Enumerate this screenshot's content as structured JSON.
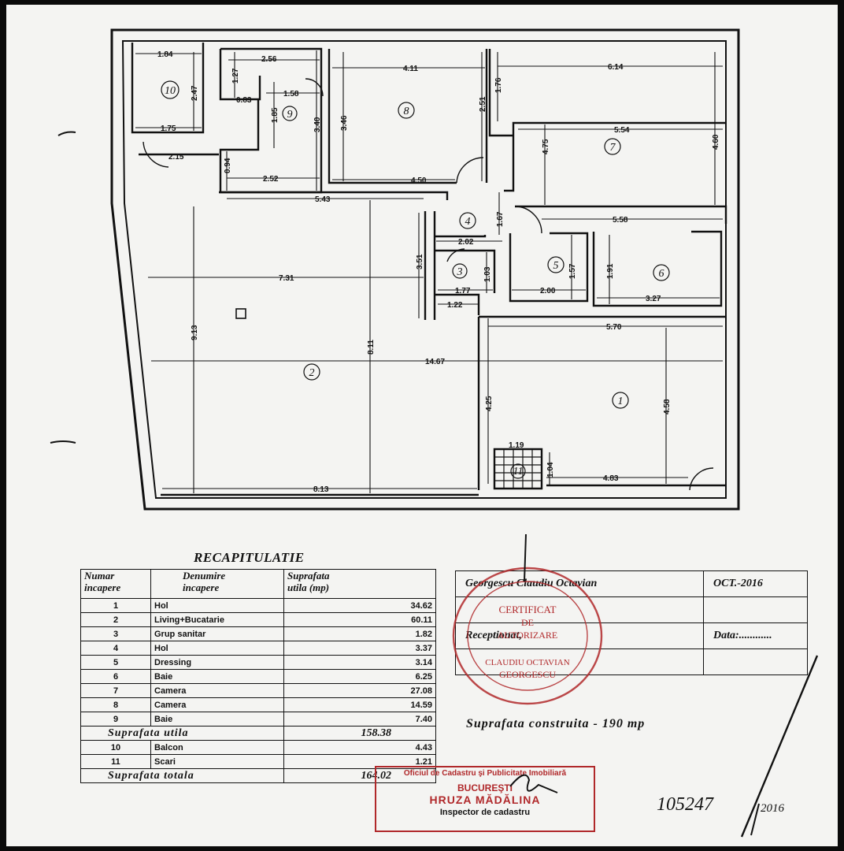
{
  "plan": {
    "rooms": [
      {
        "no": "1"
      },
      {
        "no": "2"
      },
      {
        "no": "3"
      },
      {
        "no": "4"
      },
      {
        "no": "5"
      },
      {
        "no": "6"
      },
      {
        "no": "7"
      },
      {
        "no": "8"
      },
      {
        "no": "9"
      },
      {
        "no": "10"
      },
      {
        "no": "11"
      }
    ],
    "dims": [
      "1.84",
      "2.47",
      "1.75",
      "2.15",
      "2.56",
      "1.27",
      "0.83",
      "1.58",
      "1.85",
      "3.40",
      "0.94",
      "2.52",
      "5.43",
      "4.11",
      "3.46",
      "2.51",
      "4.50",
      "1.76",
      "6.14",
      "5.54",
      "4.75",
      "4.60",
      "5.58",
      "1.67",
      "2.02",
      "3.51",
      "1.03",
      "1.77",
      "1.22",
      "1.57",
      "2.00",
      "1.91",
      "3.27",
      "7.31",
      "9.13",
      "8.11",
      "14.67",
      "5.70",
      "4.25",
      "4.58",
      "1.19",
      "1.04",
      "4.83",
      "8.13"
    ]
  },
  "recap": {
    "title": "RECAPITULATIE",
    "headers": {
      "no": "Numar\nincapere",
      "name": "Denumire\nincapere",
      "area": "Suprafata\nutila (mp)"
    },
    "rooms": [
      {
        "no": "1",
        "name": "Hol",
        "area": "34.62"
      },
      {
        "no": "2",
        "name": "Living+Bucatarie",
        "area": "60.11"
      },
      {
        "no": "3",
        "name": "Grup sanitar",
        "area": "1.82"
      },
      {
        "no": "4",
        "name": "Hol",
        "area": "3.37"
      },
      {
        "no": "5",
        "name": "Dressing",
        "area": "3.14"
      },
      {
        "no": "6",
        "name": "Baie",
        "area": "6.25"
      },
      {
        "no": "7",
        "name": "Camera",
        "area": "27.08"
      },
      {
        "no": "8",
        "name": "Camera",
        "area": "14.59"
      },
      {
        "no": "9",
        "name": "Baie",
        "area": "7.40"
      }
    ],
    "useful_label": "Suprafata utila",
    "useful_value": "158.38",
    "extra": [
      {
        "no": "10",
        "name": "Balcon",
        "area": "4.43"
      },
      {
        "no": "11",
        "name": "Scari",
        "area": "1.21"
      }
    ],
    "total_label": "Suprafata totala",
    "total_value": "164.02"
  },
  "authorization": {
    "author": "Georgescu Claudiu Octavian",
    "date": "OCT.-2016",
    "received": "Receptionat,",
    "date_label": "Data:............"
  },
  "built_area": "Suprafata construita  -  190 mp",
  "seal_author": {
    "line1": "CERTIFICAT",
    "line2": "DE",
    "line3": "AUTORIZARE",
    "line4": "CLAUDIU OCTAVIAN",
    "line5": "GEORGESCU"
  },
  "seal_office": {
    "line1": "Oficiul de Cadastru şi Publicitate Imobiliară",
    "line2": "BUCUREŞTI",
    "line3": "HRUZA MĂDĂLINA",
    "line4": "Inspector de cadastru"
  },
  "registration": {
    "number": "105247",
    "year": "2016"
  },
  "colors": {
    "ink": "#111111",
    "stamp": "#b0282a",
    "paper": "#f4f4f2"
  }
}
